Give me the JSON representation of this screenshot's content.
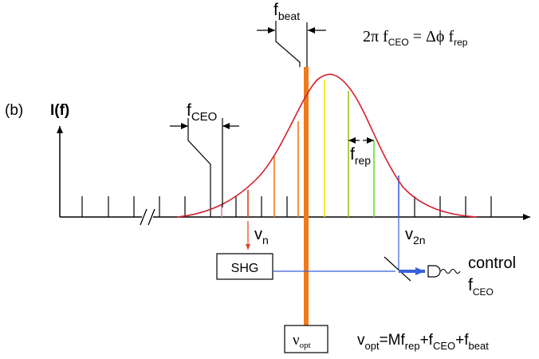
{
  "panel_label": "(b)",
  "y_axis_label": "I(f)",
  "top_formula": {
    "a": "2π f",
    "a_sub": "CEO",
    "b": " = Δϕ  f",
    "b_sub": "rep"
  },
  "f_beat": {
    "main": "f",
    "sub": "beat"
  },
  "f_ceo": {
    "main": "f",
    "sub": "CEO"
  },
  "f_rep": {
    "main": "f",
    "sub": "rep"
  },
  "v_n": {
    "main": "v",
    "sub": "n"
  },
  "v_2n": {
    "main": "v",
    "sub": "2n"
  },
  "shg_label": "SHG",
  "control_label": "control",
  "control_sub_label": {
    "main": "f",
    "sub": "CEO"
  },
  "v_opt_box": {
    "main": "ν",
    "sub": "opt"
  },
  "bottom_formula": {
    "p1": "v",
    "p1_sub": "opt",
    "p2": "=Mf",
    "p2_sub": "rep",
    "p3": "+f",
    "p3_sub": "CEO",
    "p4": "+f",
    "p4_sub": "beat"
  },
  "colors": {
    "axis": "#000000",
    "envelope": "#d2212d",
    "laser": "#f07a1c",
    "blue": "#3a62d8",
    "orange_line": "#e86a17",
    "yellow_line": "#f2e000",
    "yellowgreen_line": "#9ac21e",
    "green_line": "#66dd33",
    "arrow_red": "#e0401a"
  }
}
